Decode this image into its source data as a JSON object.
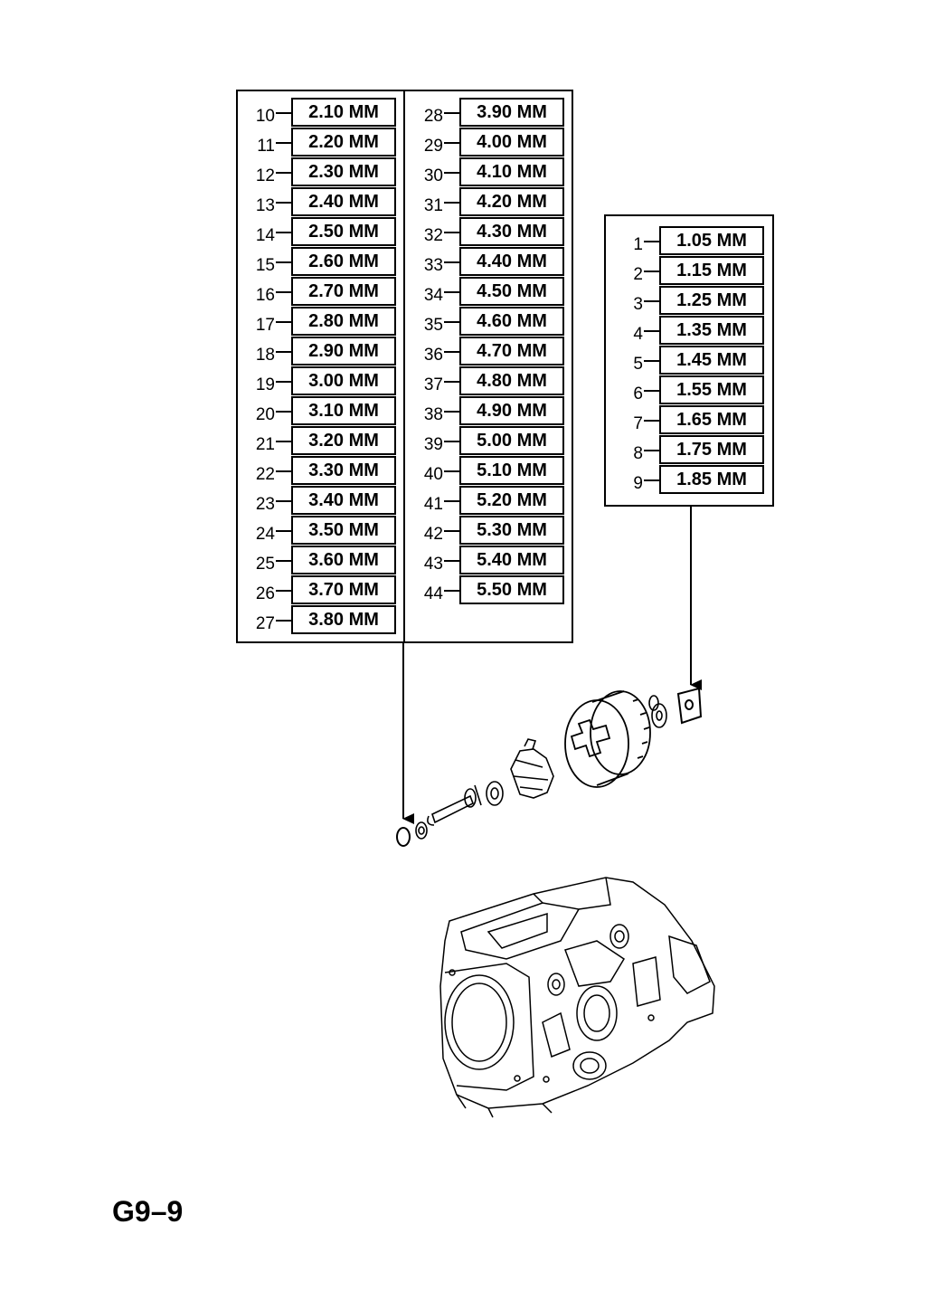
{
  "page_code": "G9–9",
  "unit_suffix": " MM",
  "shim_table_right": [
    {
      "ref": "1",
      "size": "1.05"
    },
    {
      "ref": "2",
      "size": "1.15"
    },
    {
      "ref": "3",
      "size": "1.25"
    },
    {
      "ref": "4",
      "size": "1.35"
    },
    {
      "ref": "5",
      "size": "1.45"
    },
    {
      "ref": "6",
      "size": "1.55"
    },
    {
      "ref": "7",
      "size": "1.65"
    },
    {
      "ref": "8",
      "size": "1.75"
    },
    {
      "ref": "9",
      "size": "1.85"
    }
  ],
  "shim_table_left_col1": [
    {
      "ref": "10",
      "size": "2.10"
    },
    {
      "ref": "11",
      "size": "2.20"
    },
    {
      "ref": "12",
      "size": "2.30"
    },
    {
      "ref": "13",
      "size": "2.40"
    },
    {
      "ref": "14",
      "size": "2.50"
    },
    {
      "ref": "15",
      "size": "2.60"
    },
    {
      "ref": "16",
      "size": "2.70"
    },
    {
      "ref": "17",
      "size": "2.80"
    },
    {
      "ref": "18",
      "size": "2.90"
    },
    {
      "ref": "19",
      "size": "3.00"
    },
    {
      "ref": "20",
      "size": "3.10"
    },
    {
      "ref": "21",
      "size": "3.20"
    },
    {
      "ref": "22",
      "size": "3.30"
    },
    {
      "ref": "23",
      "size": "3.40"
    },
    {
      "ref": "24",
      "size": "3.50"
    },
    {
      "ref": "25",
      "size": "3.60"
    },
    {
      "ref": "26",
      "size": "3.70"
    },
    {
      "ref": "27",
      "size": "3.80"
    }
  ],
  "shim_table_left_col2": [
    {
      "ref": "28",
      "size": "3.90"
    },
    {
      "ref": "29",
      "size": "4.00"
    },
    {
      "ref": "30",
      "size": "4.10"
    },
    {
      "ref": "31",
      "size": "4.20"
    },
    {
      "ref": "32",
      "size": "4.30"
    },
    {
      "ref": "33",
      "size": "4.40"
    },
    {
      "ref": "34",
      "size": "4.50"
    },
    {
      "ref": "35",
      "size": "4.60"
    },
    {
      "ref": "36",
      "size": "4.70"
    },
    {
      "ref": "37",
      "size": "4.80"
    },
    {
      "ref": "38",
      "size": "4.90"
    },
    {
      "ref": "39",
      "size": "5.00"
    },
    {
      "ref": "40",
      "size": "5.10"
    },
    {
      "ref": "41",
      "size": "5.20"
    },
    {
      "ref": "42",
      "size": "5.30"
    },
    {
      "ref": "43",
      "size": "5.40"
    },
    {
      "ref": "44",
      "size": "5.50"
    }
  ]
}
